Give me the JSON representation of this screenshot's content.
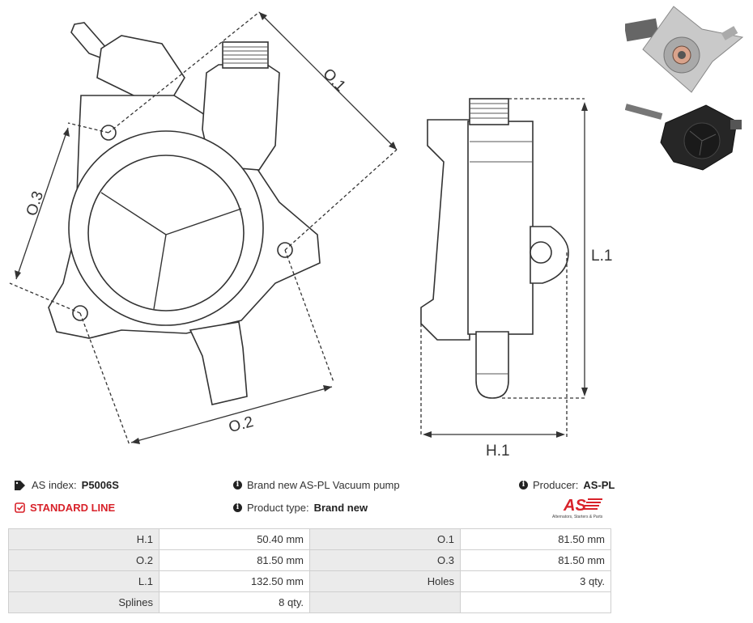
{
  "drawing": {
    "label_o1": "O.1",
    "label_o2": "O.2",
    "label_o3": "O.3",
    "label_l1": "L.1",
    "label_h1": "H.1"
  },
  "info": {
    "as_index_label": "AS index:",
    "as_index_value": "P5006S",
    "standard_line": "STANDARD LINE",
    "description": "Brand new AS-PL Vacuum pump",
    "product_type_label": "Product type:",
    "product_type_value": "Brand new",
    "producer_label": "Producer:",
    "producer_value": "AS-PL"
  },
  "logo": {
    "text": "AS",
    "tagline": "Alternators, Starters & Parts",
    "color": "#d8222a"
  },
  "specs": [
    {
      "k1": "H.1",
      "v1": "50.40 mm",
      "k2": "O.1",
      "v2": "81.50 mm"
    },
    {
      "k1": "O.2",
      "v1": "81.50 mm",
      "k2": "O.3",
      "v2": "81.50 mm"
    },
    {
      "k1": "L.1",
      "v1": "132.50 mm",
      "k2": "Holes",
      "v2": "3 qty."
    },
    {
      "k1": "Splines",
      "v1": "8 qty.",
      "k2": "",
      "v2": ""
    }
  ]
}
